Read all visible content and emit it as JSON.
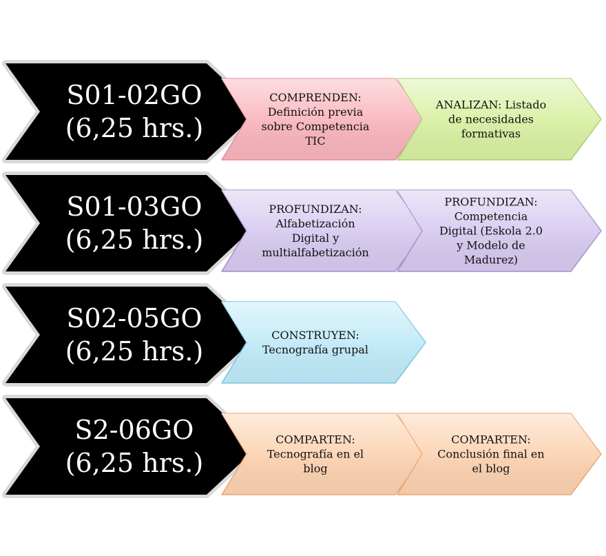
{
  "rows": [
    {
      "session": {
        "code": "S01-02GO",
        "hours": "(6,25 hrs.)"
      },
      "steps": [
        {
          "verb": "COMPRENDEN:",
          "lines": [
            "Definición previa",
            "sobre Competencia",
            "TIC"
          ],
          "fill": "#f9b4bc",
          "stroke": "#e8909b"
        },
        {
          "verb": "ANALIZAN: Listado",
          "lines": [
            "de necesidades",
            "formativas"
          ],
          "fill": "#d9f0a2",
          "stroke": "#acd072"
        }
      ]
    },
    {
      "session": {
        "code": "S01-03GO",
        "hours": "(6,25 hrs.)"
      },
      "steps": [
        {
          "verb": "PROFUNDIZAN:",
          "lines": [
            "Alfabetización",
            "Digital y",
            "multialfabetización"
          ],
          "fill": "#d6c9ef",
          "stroke": "#a592d0"
        },
        {
          "verb": "PROFUNDIZAN:",
          "lines": [
            "Competencia",
            "Digital (Eskola 2.0",
            "y Modelo de",
            "Madurez)"
          ],
          "fill": "#d6c9ef",
          "stroke": "#a592d0"
        }
      ]
    },
    {
      "session": {
        "code": "S02-05GO",
        "hours": "(6,25 hrs.)"
      },
      "steps": [
        {
          "verb": "CONSTRUYEN:",
          "lines": [
            "Tecnografía grupal"
          ],
          "fill": "#bfeaf8",
          "stroke": "#7ec9e3"
        }
      ]
    },
    {
      "session": {
        "code": "S2-06GO",
        "hours": "(6,25 hrs.)"
      },
      "steps": [
        {
          "verb": "COMPARTEN:",
          "lines": [
            "Tecnografía en el",
            "blog"
          ],
          "fill": "#fcd2b0",
          "stroke": "#eca978"
        },
        {
          "verb": "COMPARTEN:",
          "lines": [
            "Conclusión final en",
            "el blog"
          ],
          "fill": "#fcd2b0",
          "stroke": "#eca978"
        }
      ]
    }
  ]
}
